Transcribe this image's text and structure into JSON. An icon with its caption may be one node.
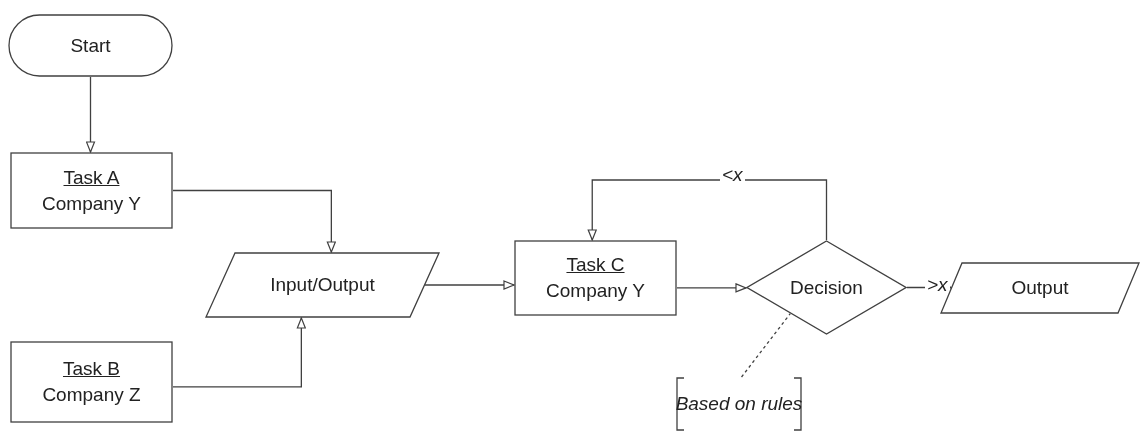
{
  "diagram": {
    "nodes": [
      {
        "text": [
          "Start"
        ]
      },
      {
        "text": [
          "Task A",
          "Company Y"
        ]
      },
      {
        "text": [
          "Input/Output"
        ]
      },
      {
        "text": [
          "Task B",
          "Company Z"
        ]
      },
      {
        "text": [
          "Task C",
          "Company Y"
        ]
      },
      {
        "text": [
          "Decision"
        ]
      },
      {
        "text": [
          "Output"
        ]
      },
      {
        "text": [
          "Based on rules"
        ]
      }
    ],
    "edges": [
      {
        "from": 0,
        "to": 1,
        "arrow": "to"
      },
      {
        "from": 1,
        "to": 2,
        "arrow": "to"
      },
      {
        "from": 3,
        "to": 2,
        "arrow": "to"
      },
      {
        "from": 2,
        "to": 4,
        "arrow": "to"
      },
      {
        "from": 4,
        "to": 5,
        "arrow": "to"
      },
      {
        "from": 5,
        "to": 4,
        "arrow": "to",
        "label": "<x"
      },
      {
        "from": 5,
        "to": 6,
        "arrow": "to",
        "label": ">x"
      },
      {
        "from": 7,
        "to": 5,
        "arrow": "none",
        "style": "dashed"
      }
    ]
  }
}
